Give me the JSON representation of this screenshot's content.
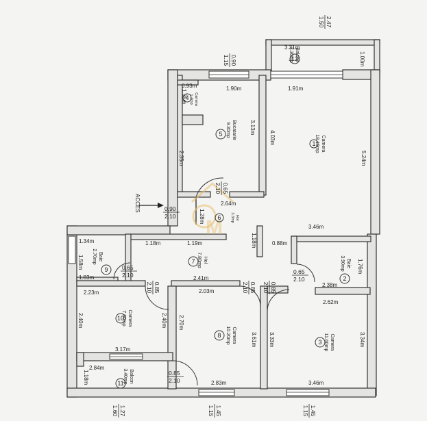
{
  "rooms": {
    "r1": {
      "name": "Camera",
      "area": "18.10mp",
      "num": "1"
    },
    "r2": {
      "name": "Baie",
      "area": "3.90mp",
      "num": "2"
    },
    "r3": {
      "name": "Camera",
      "area": "11.60mp",
      "num": "3"
    },
    "r4": {
      "name": "Camera",
      "area": "1.1mp",
      "num": "4"
    },
    "r5": {
      "name": "Bucatarie",
      "area": "9.30mp",
      "num": "5"
    },
    "r6": {
      "name": "Hol",
      "area": "3.3mp",
      "num": "6"
    },
    "r7": {
      "name": "Hol",
      "area": "7.80mp",
      "num": "7"
    },
    "r8": {
      "name": "Camera",
      "area": "10.20mp",
      "num": "8"
    },
    "r9": {
      "name": "Baie",
      "area": "2.70mp",
      "num": "9"
    },
    "r10": {
      "name": "Camera",
      "area": "7.60mp",
      "num": "10"
    },
    "r11": {
      "name": "Balcon",
      "area": "3.40mp",
      "num": "11"
    },
    "r12": {
      "name": "Balcon",
      "area": "3.30mp",
      "num": "12"
    }
  },
  "dims": {
    "d_331": "3.31m",
    "d_100": "1.00m",
    "d_093": "0.93m",
    "d_190": "1.90m",
    "d_191": "1.91m",
    "d_135": "1.35m",
    "d_313": "3.13m",
    "d_403": "4.03m",
    "d_524": "5.24m",
    "d_235": "2.35m",
    "d_264": "2.64m",
    "d_128": "1.28m",
    "d_346a": "3.46m",
    "d_118a": "1.18m",
    "d_134": "1.34m",
    "d_118b": "1.18m",
    "d_119": "1.19m",
    "d_118c": "1.18m",
    "d_088": "0.88m",
    "d_176": "1.76m",
    "d_158": "1.58m",
    "d_183": "1.83m",
    "d_241": "2.41m",
    "d_238": "2.38m",
    "d_223": "2.23m",
    "d_203": "2.03m",
    "d_262": "2.62m",
    "d_240a": "2.40m",
    "d_240b": "2.40m",
    "d_270": "2.70m",
    "d_361": "3.61m",
    "d_333": "3.33m",
    "d_334": "3.34m",
    "d_317": "3.17m",
    "d_284": "2.84m",
    "d_118d": "1.18m",
    "d_283": "2.83m",
    "d_346b": "3.46m"
  },
  "openings": {
    "top_win1_a": "2.47",
    "top_win1_b": "1.50",
    "top_win2_a": "0.90",
    "top_win2_b": "1.15",
    "acces_a": "0.90",
    "acces_b": "2.10",
    "door_hol_a": "0.65",
    "door_hol_b": "2.10",
    "door_baie9_a": "0.65",
    "door_baie9_b": "2.10",
    "door_baie2_a": "0.65",
    "door_baie2_b": "2.10",
    "door_c10_a": "0.85",
    "door_c10_b": "2.10",
    "door_c8_a": "0.85",
    "door_c8_b": "2.10",
    "door_c3_a": "0.85",
    "door_c3_b": "2.10",
    "door_balc_a": "0.85",
    "door_balc_b": "2.10",
    "bot_win1_a": "1.27",
    "bot_win1_b": "1.60",
    "bot_win2_a": "1.45",
    "bot_win2_b": "1.15",
    "bot_win3_a": "1.45",
    "bot_win3_b": "1.15"
  },
  "labels": {
    "acces": "ACCES"
  },
  "colors": {
    "wall": "#e4e4e2",
    "line": "#333333",
    "watermark": "#e8c070"
  }
}
